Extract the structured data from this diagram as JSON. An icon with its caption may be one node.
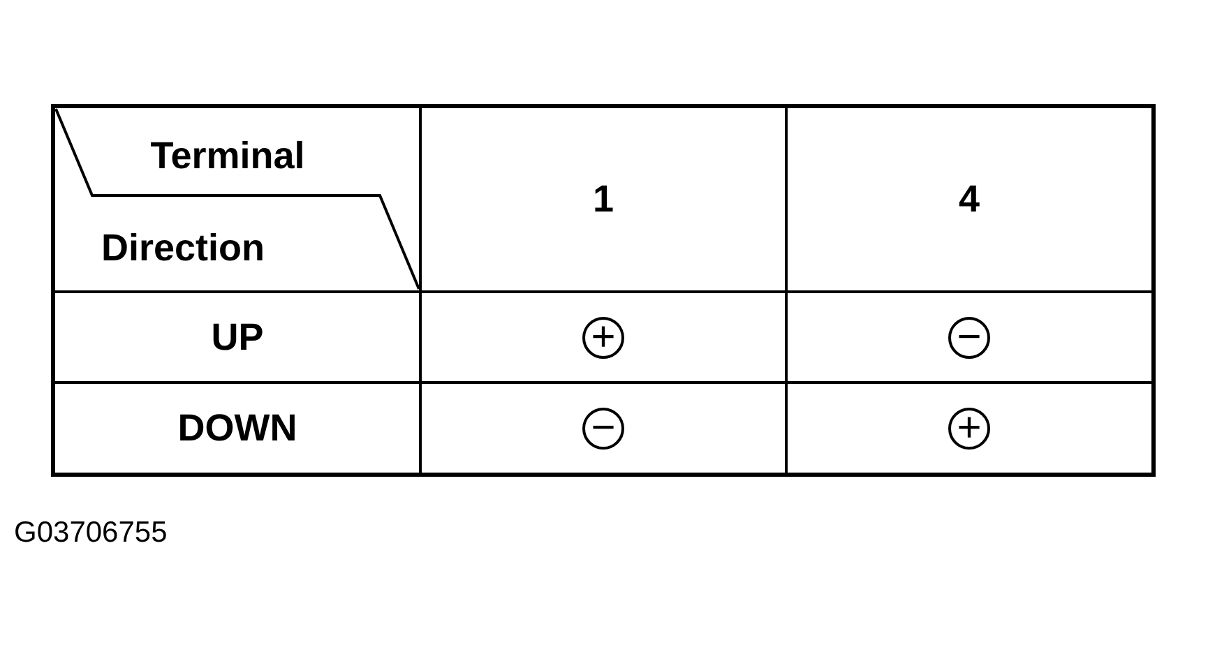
{
  "diagram": {
    "labels": [
      "Terminal",
      "Direction",
      "1",
      "4",
      "UP",
      "+",
      "−",
      "DOWN",
      "−",
      "+",
      "G03706755"
    ]
  }
}
